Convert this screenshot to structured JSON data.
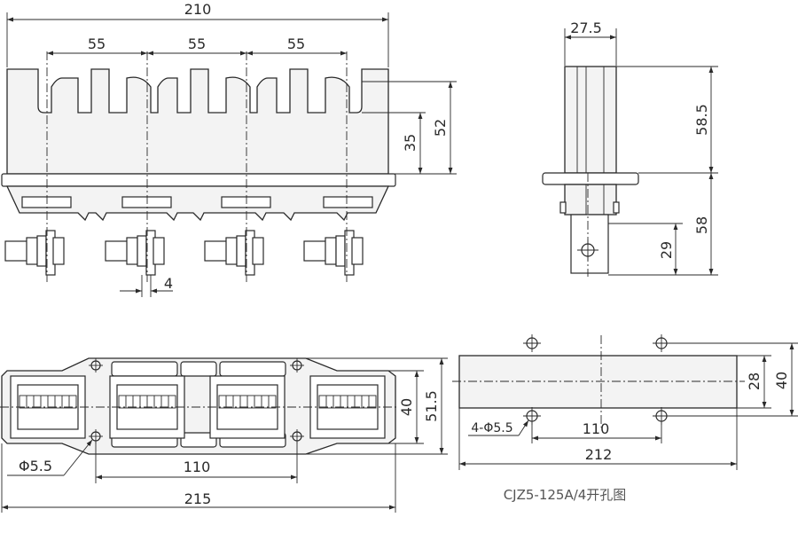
{
  "dimensions": {
    "overall_width_top": "210",
    "pitch_1": "55",
    "pitch_2": "55",
    "pitch_3": "55",
    "height_35": "35",
    "height_52": "52",
    "terminal_gap": "4",
    "side_width": "27.5",
    "side_upper": "58.5",
    "side_lower": "58",
    "side_terminal": "29",
    "hole_dia_left": "Φ5.5",
    "hole_pitch_left": "110",
    "overall_width_bottom": "215",
    "height_40_left": "40",
    "height_51_5": "51.5",
    "holes_spec": "4-Φ5.5",
    "hole_pitch_right": "110",
    "overall_width_right": "212",
    "height_28": "28",
    "height_40_right": "40"
  },
  "caption": "CJZ5-125A/4开孔图"
}
